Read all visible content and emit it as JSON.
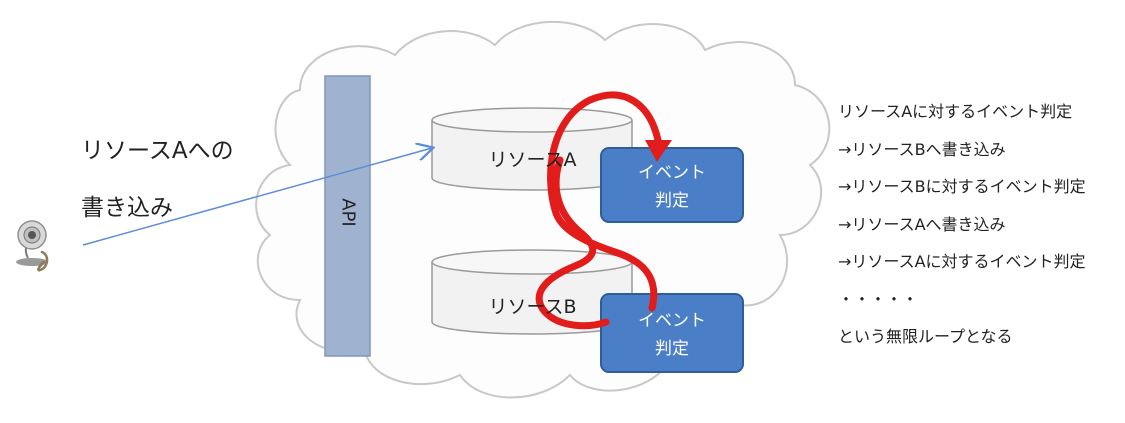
{
  "left_label": {
    "line1": "リソースAへの",
    "line2": "書き込み"
  },
  "api_label": "API",
  "resources": {
    "a": "リソースA",
    "b": "リソースB"
  },
  "events": {
    "top": {
      "line1": "イベント",
      "line2": "判定"
    },
    "bottom": {
      "line1": "イベント",
      "line2": "判定"
    }
  },
  "notes": [
    "リソースAに対するイベント判定",
    "→リソースBへ書き込み",
    "→リソースBに対するイベント判定",
    "→リソースAへ書き込み",
    "→リソースAに対するイベント判定",
    "・・・・・",
    "という無限ループとなる"
  ],
  "colors": {
    "cloud_fill": "#fdfdfd",
    "cloud_stroke": "#c8c8c8",
    "api_fill": "#9fb3d1",
    "api_stroke": "#7f97bd",
    "event_fill": "#4a7ec6",
    "event_stroke": "#2e5d99",
    "loop": "#e21b1b",
    "arrow": "#5b8ed6"
  },
  "icons": {
    "user": "webcam-user-icon"
  }
}
